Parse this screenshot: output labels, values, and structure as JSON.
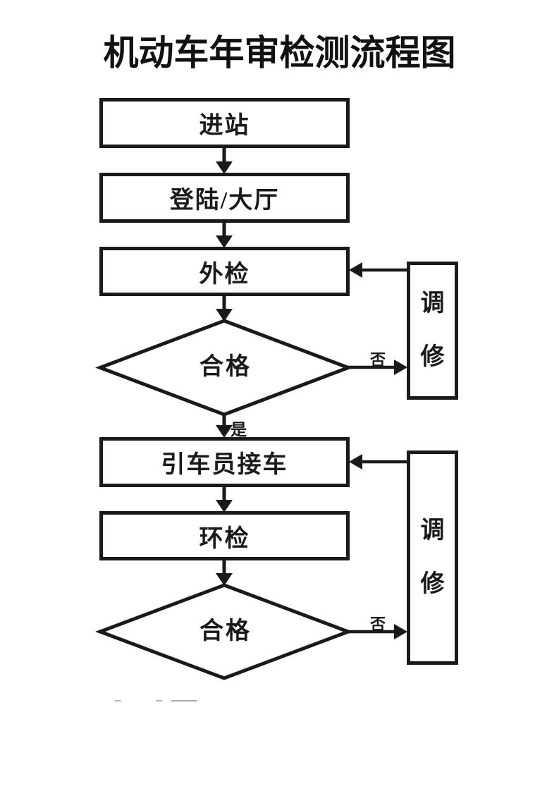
{
  "title": "机动车年审检测流程图",
  "colors": {
    "stroke": "#1a1a1a",
    "background": "#ffffff"
  },
  "flowchart": {
    "nodes": [
      {
        "id": "enter-station",
        "type": "process",
        "label": "进站"
      },
      {
        "id": "login-hall",
        "type": "process",
        "label": "登陆/大厅"
      },
      {
        "id": "external-inspection",
        "type": "process",
        "label": "外检"
      },
      {
        "id": "pass-check-1",
        "type": "decision",
        "label": "合格"
      },
      {
        "id": "driver-pickup",
        "type": "process",
        "label": "引车员接车"
      },
      {
        "id": "environmental-inspection",
        "type": "process",
        "label": "环检"
      },
      {
        "id": "pass-check-2",
        "type": "decision",
        "label": "合格"
      },
      {
        "id": "repair-1",
        "type": "process",
        "label": "调修",
        "chars": [
          "调",
          "修"
        ]
      },
      {
        "id": "repair-2",
        "type": "process",
        "label": "调修",
        "chars": [
          "调",
          "修"
        ]
      }
    ],
    "edges": [
      {
        "from": "enter-station",
        "to": "login-hall"
      },
      {
        "from": "login-hall",
        "to": "external-inspection"
      },
      {
        "from": "external-inspection",
        "to": "pass-check-1"
      },
      {
        "from": "pass-check-1",
        "to": "driver-pickup",
        "label": "是"
      },
      {
        "from": "pass-check-1",
        "to": "repair-1",
        "label": "否"
      },
      {
        "from": "repair-1",
        "to": "external-inspection"
      },
      {
        "from": "driver-pickup",
        "to": "environmental-inspection"
      },
      {
        "from": "environmental-inspection",
        "to": "pass-check-2"
      },
      {
        "from": "pass-check-2",
        "to": "repair-2",
        "label": "否"
      },
      {
        "from": "repair-2",
        "to": "driver-pickup"
      }
    ]
  }
}
